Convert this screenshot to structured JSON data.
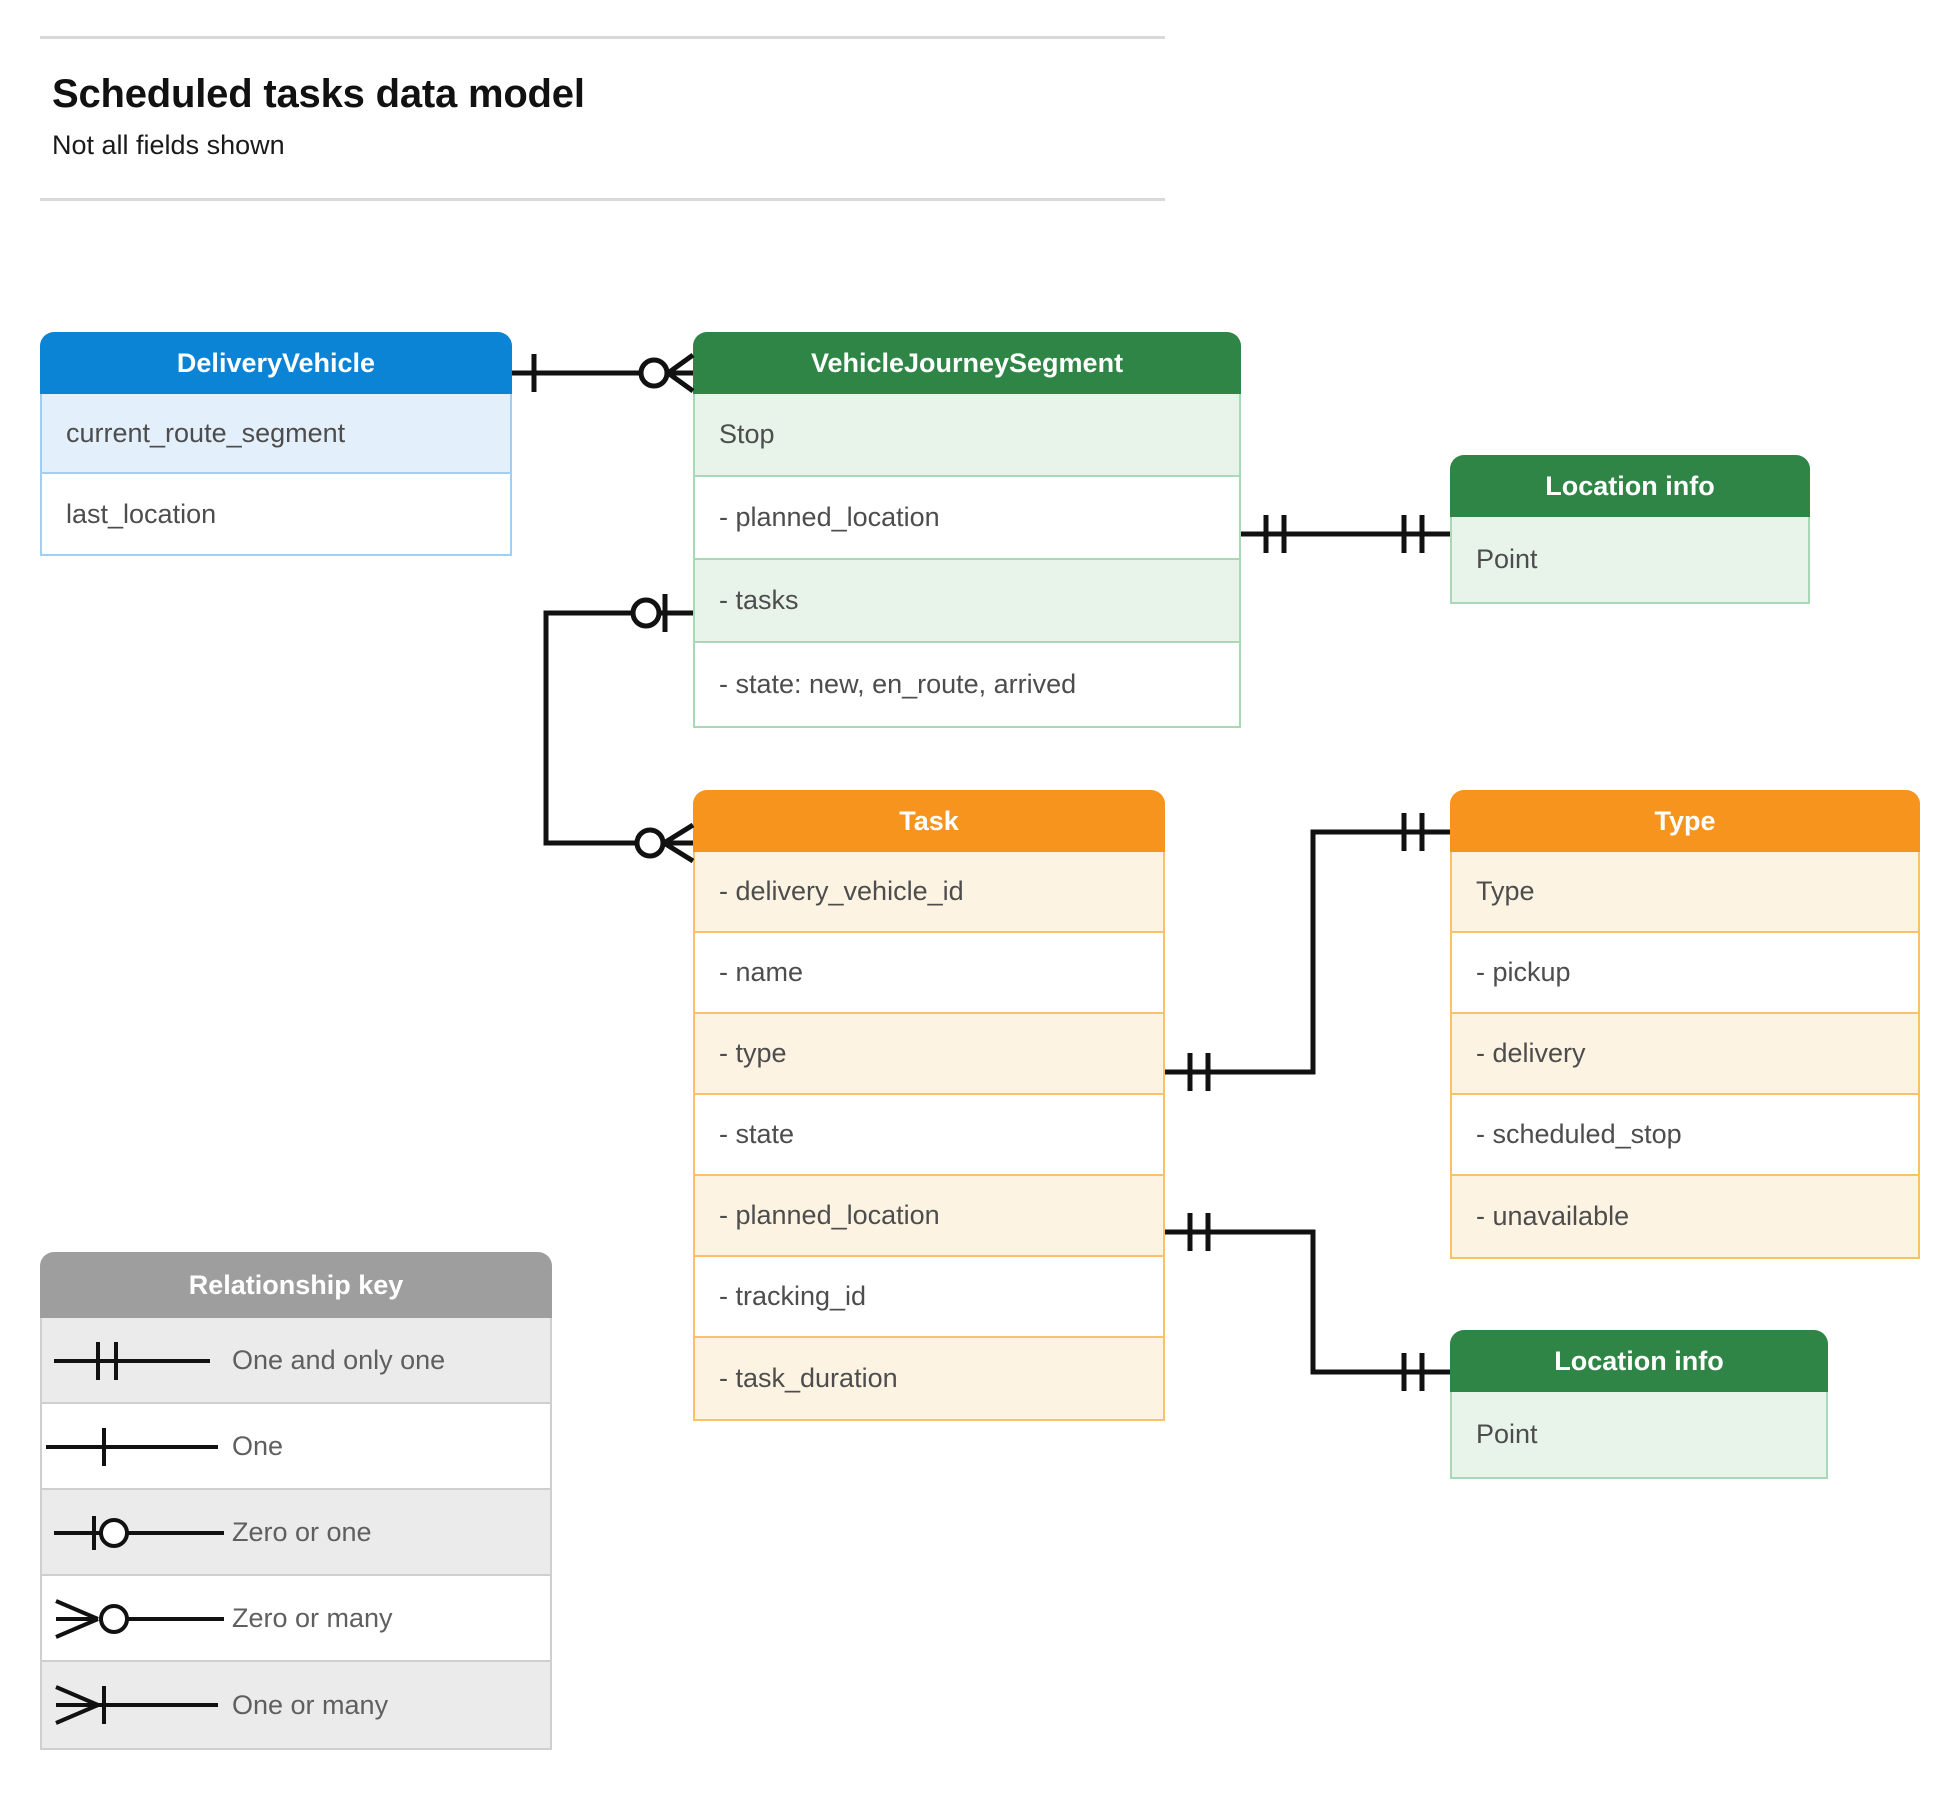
{
  "header": {
    "title": "Scheduled tasks data model",
    "subtitle": "Not all fields shown"
  },
  "colors": {
    "blue_header": "#0b84d6",
    "blue_row": "#e3f0fc",
    "blue_border": "#9fd0f3",
    "green_header": "#2e8545",
    "green_row": "#e8f3ea",
    "green_border": "#a9d8b7",
    "orange_header": "#f7941e",
    "orange_row": "#fdf3e2",
    "orange_border": "#f9c268",
    "gray_header": "#9e9e9e",
    "gray_row": "#ebebeb",
    "gray_border": "#cfcfcf",
    "connector": "#000000",
    "rule": "#d9d9d9"
  },
  "entities": {
    "delivery_vehicle": {
      "title": "DeliveryVehicle",
      "rows": [
        {
          "label": "current_route_segment"
        },
        {
          "label": "last_location"
        }
      ]
    },
    "vehicle_journey_segment": {
      "title": "VehicleJourneySegment",
      "rows": [
        {
          "label": "Stop"
        },
        {
          "label": "-  planned_location"
        },
        {
          "label": "- tasks"
        },
        {
          "label": "- state: new, en_route, arrived"
        }
      ]
    },
    "location_info_top": {
      "title": "Location info",
      "rows": [
        {
          "label": "Point"
        }
      ]
    },
    "task": {
      "title": "Task",
      "rows": [
        {
          "label": "- delivery_vehicle_id"
        },
        {
          "label": "- name"
        },
        {
          "label": "- type"
        },
        {
          "label": "- state"
        },
        {
          "label": "- planned_location"
        },
        {
          "label": "- tracking_id"
        },
        {
          "label": "- task_duration"
        }
      ]
    },
    "type": {
      "title": "Type",
      "rows": [
        {
          "label": "Type"
        },
        {
          "label": "-   pickup"
        },
        {
          "label": "-   delivery"
        },
        {
          "label": "-   scheduled_stop"
        },
        {
          "label": "-   unavailable"
        }
      ]
    },
    "location_info_bottom": {
      "title": "Location info",
      "rows": [
        {
          "label": "Point"
        }
      ]
    }
  },
  "relationship_key": {
    "title": "Relationship key",
    "items": [
      {
        "symbol": "one-and-only-one",
        "label": "One and only one"
      },
      {
        "symbol": "one",
        "label": "One"
      },
      {
        "symbol": "zero-or-one",
        "label": "Zero or one"
      },
      {
        "symbol": "zero-or-many",
        "label": "Zero or many"
      },
      {
        "symbol": "one-or-many",
        "label": "One or many"
      }
    ]
  },
  "connections": [
    {
      "name": "delivery-vehicle-to-vehicle-journey-segment",
      "from": "DeliveryVehicle",
      "to": "VehicleJourneySegment",
      "from_cardinality": "one",
      "to_cardinality": "zero-or-many"
    },
    {
      "name": "vehicle-journey-segment-planned-location-to-location-info",
      "from": "VehicleJourneySegment.planned_location",
      "to": "Location info",
      "from_cardinality": "one-and-only-one",
      "to_cardinality": "one-and-only-one"
    },
    {
      "name": "vehicle-journey-segment-tasks-to-task",
      "from": "VehicleJourneySegment.tasks",
      "to": "Task",
      "from_cardinality": "zero-or-one",
      "to_cardinality": "zero-or-many"
    },
    {
      "name": "task-type-to-type",
      "from": "Task.type",
      "to": "Type",
      "from_cardinality": "one-and-only-one",
      "to_cardinality": "one-and-only-one"
    },
    {
      "name": "task-planned-location-to-location-info",
      "from": "Task.planned_location",
      "to": "Location info",
      "from_cardinality": "one-and-only-one",
      "to_cardinality": "one-and-only-one"
    }
  ]
}
